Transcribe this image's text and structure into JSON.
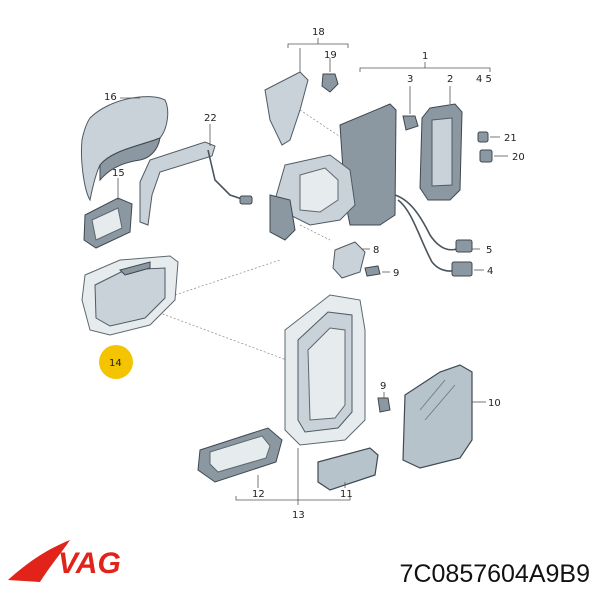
{
  "labels": {
    "l1": "1",
    "l2": "2",
    "l3": "3",
    "l45": "4 5",
    "l4": "4",
    "l5": "5",
    "l8": "8",
    "l9": "9",
    "l10": "10",
    "l11": "11",
    "l12": "12",
    "l13": "13",
    "l14": "14",
    "l15": "15",
    "l16": "16",
    "l18": "18",
    "l19": "19",
    "l20": "20",
    "l21": "21",
    "l22": "22"
  },
  "brand": {
    "logo_text": "VAG",
    "logo_color": "#e2231a"
  },
  "part_number": "7C0857604A9B9",
  "highlight_color": "#f5c400"
}
